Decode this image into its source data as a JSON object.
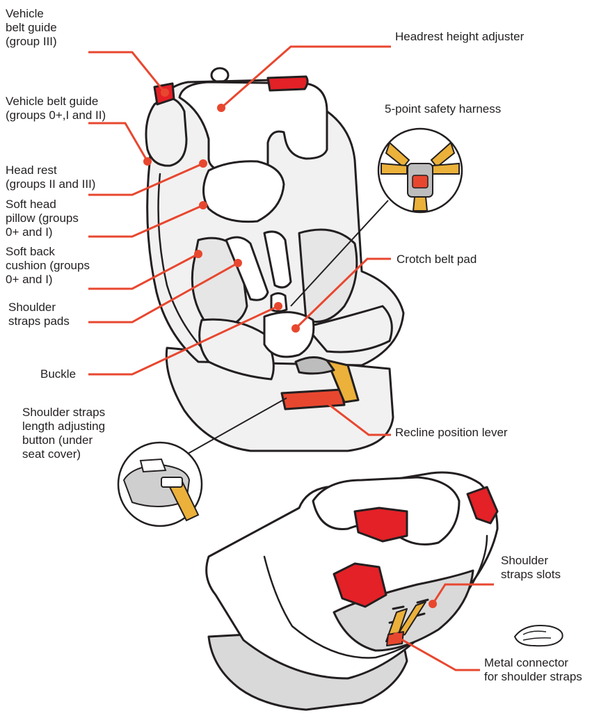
{
  "labels": {
    "belt_guide_3": "Vehicle\nbelt guide\n(group III)",
    "belt_guide_0_2": "Vehicle belt guide\n(groups 0+,I and II)",
    "head_rest": "Head rest\n(groups II and III)",
    "soft_head_pillow": "Soft head\npillow (groups\n0+ and I)",
    "soft_back_cushion": "Soft back\ncushion (groups\n0+ and I)",
    "shoulder_straps_pads": "Shoulder\nstraps pads",
    "buckle": "Buckle",
    "adjusting_button": "Shoulder straps\nlength adjusting\nbutton (under\nseat cover)",
    "headrest_height_adjuster": "Headrest height adjuster",
    "harness": "5-point safety harness",
    "crotch_belt_pad": "Crotch belt pad",
    "recline_lever": "Recline position lever",
    "shoulder_straps_slots": "Shoulder\nstraps slots",
    "metal_connector": "Metal connector\nfor shoulder straps"
  },
  "colors": {
    "accent_red": "#e8472f",
    "guide_red": "#e32127",
    "strap_yellow": "#ebb13a",
    "seat_fill": "#f1f1f1",
    "shell_grey": "#d9d9d9",
    "outline": "#231f20"
  }
}
